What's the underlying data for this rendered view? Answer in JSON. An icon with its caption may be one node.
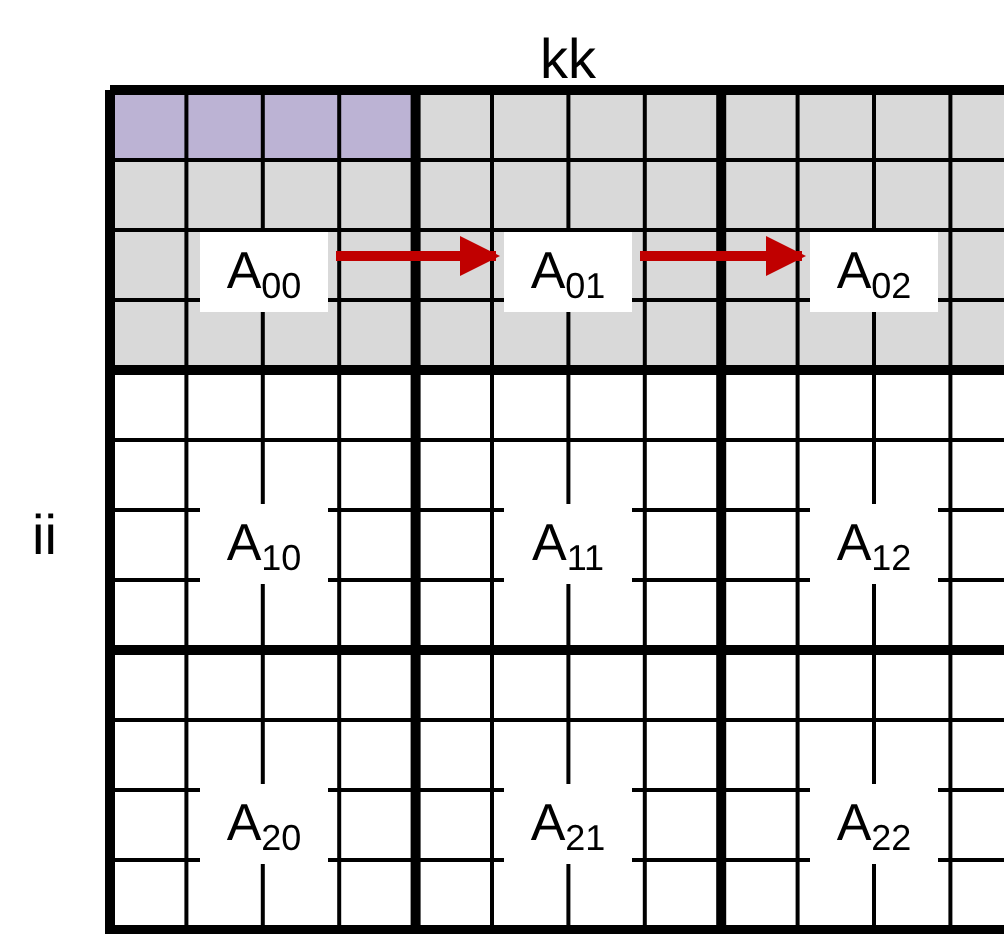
{
  "diagram": {
    "nodes": [
      {
        "text": [
          "A$_{00}$"
        ]
      },
      {
        "text": [
          "A$_{01}$"
        ]
      },
      {
        "text": [
          "A$_{02}$"
        ]
      },
      {
        "text": [
          "A$_{10}$"
        ]
      },
      {
        "text": [
          "A$_{11}$"
        ]
      },
      {
        "text": [
          "A$_{12}$"
        ]
      },
      {
        "text": [
          "A$_{20}$"
        ]
      },
      {
        "text": [
          "A$_{21}$"
        ]
      },
      {
        "text": [
          "A$_{22}$"
        ]
      }
    ],
    "edges": [
      {
        "from": 0,
        "to": 1,
        "arrow": "to"
      },
      {
        "from": 1,
        "to": 2,
        "arrow": "to"
      }
    ],
    "labels": [
      "kk",
      "ii"
    ]
  }
}
